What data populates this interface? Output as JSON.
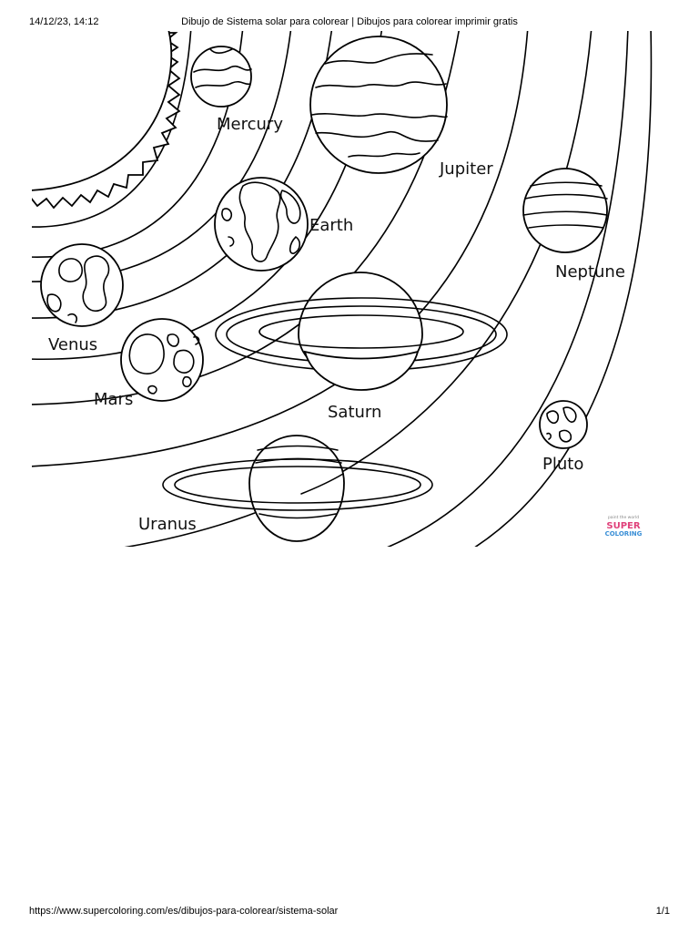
{
  "print_header": {
    "datetime": "14/12/23, 14:12",
    "title": "Dibujo de Sistema solar para colorear | Dibujos para colorear imprimir gratis"
  },
  "print_footer": {
    "url": "https://www.supercoloring.com/es/dibujos-para-colorear/sistema-solar",
    "page": "1/1"
  },
  "planets": {
    "mercury": "Mercury",
    "venus": "Venus",
    "earth": "Earth",
    "mars": "Mars",
    "jupiter": "Jupiter",
    "saturn": "Saturn",
    "uranus": "Uranus",
    "neptune": "Neptune",
    "pluto": "Pluto"
  },
  "logo": {
    "tagline": "paint the world",
    "word1": "SUPER",
    "word2": "COLORING"
  },
  "colors": {
    "logo_orange": "#f28c28",
    "logo_pink": "#e0407a",
    "logo_green": "#5bbf4a",
    "logo_blue": "#3a8fd6"
  }
}
